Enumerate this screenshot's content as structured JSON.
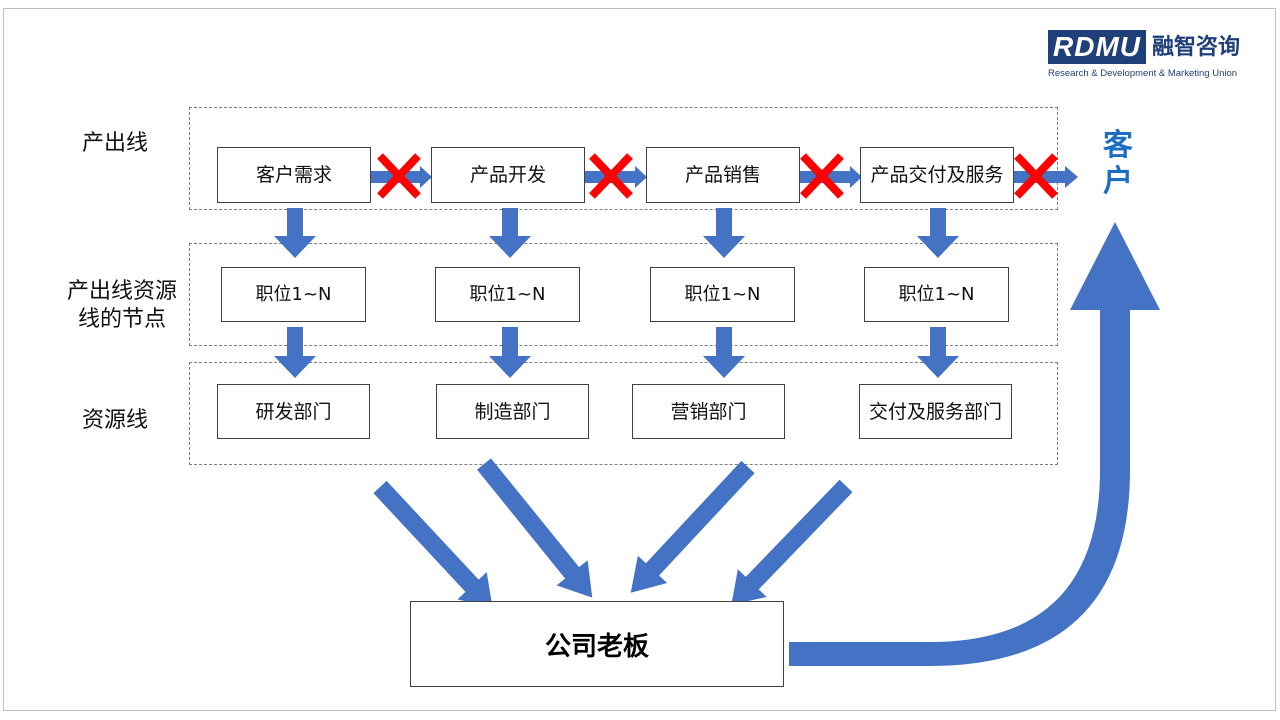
{
  "logo": {
    "mark": "RDMU",
    "name_cn": "融智咨询",
    "tagline": "Research & Development & Marketing Union"
  },
  "row_labels": {
    "output_line": "产出线",
    "nodes": "产出线资源线的节点",
    "resource_line": "资源线"
  },
  "output_line": [
    "客户需求",
    "产品开发",
    "产品销售",
    "产品交付及服务"
  ],
  "nodes": [
    "职位1~N",
    "职位1~N",
    "职位1~N",
    "职位1~N"
  ],
  "resource_line": [
    "研发部门",
    "制造部门",
    "营销部门",
    "交付及服务部门"
  ],
  "boss": "公司老板",
  "customer": "客户",
  "colors": {
    "arrow": "#4472c4",
    "cross": "#ff0000",
    "customer_text": "#1a6fc4",
    "logo": "#1f3f7a"
  }
}
